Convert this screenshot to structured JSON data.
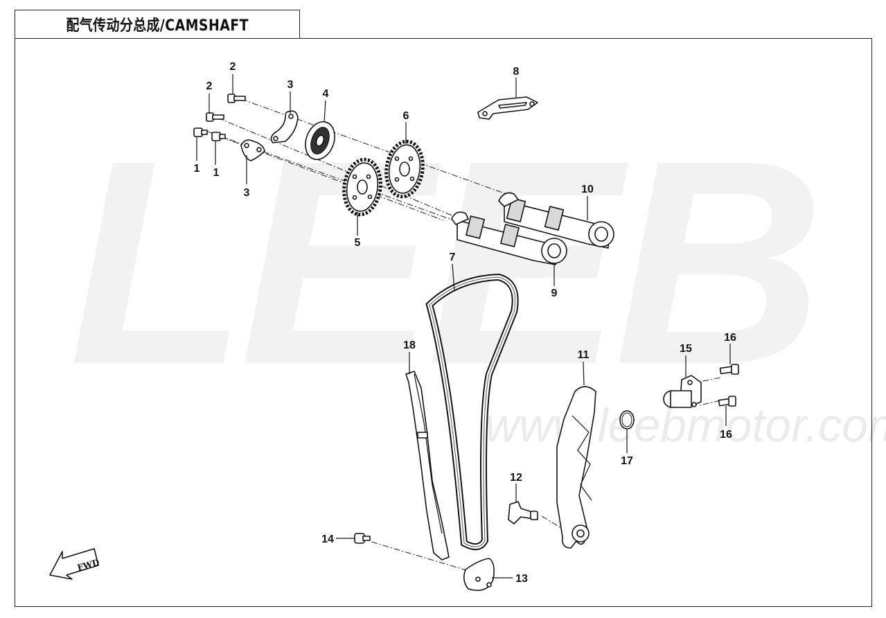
{
  "title": "配气传动分总成/CAMSHAFT",
  "watermark": {
    "logo": "LEEB",
    "url": "www.leebmotor.com"
  },
  "fwd_label": "FWD",
  "callouts": [
    {
      "id": "c1a",
      "label": "1"
    },
    {
      "id": "c1b",
      "label": "1"
    },
    {
      "id": "c2a",
      "label": "2"
    },
    {
      "id": "c2b",
      "label": "2"
    },
    {
      "id": "c3a",
      "label": "3"
    },
    {
      "id": "c3b",
      "label": "3"
    },
    {
      "id": "c4",
      "label": "4"
    },
    {
      "id": "c5",
      "label": "5"
    },
    {
      "id": "c6",
      "label": "6"
    },
    {
      "id": "c7",
      "label": "7"
    },
    {
      "id": "c8",
      "label": "8"
    },
    {
      "id": "c9",
      "label": "9"
    },
    {
      "id": "c10",
      "label": "10"
    },
    {
      "id": "c11",
      "label": "11"
    },
    {
      "id": "c12",
      "label": "12"
    },
    {
      "id": "c13",
      "label": "13"
    },
    {
      "id": "c14",
      "label": "14"
    },
    {
      "id": "c15",
      "label": "15"
    },
    {
      "id": "c16a",
      "label": "16"
    },
    {
      "id": "c16b",
      "label": "16"
    },
    {
      "id": "c17",
      "label": "17"
    },
    {
      "id": "c18",
      "label": "18"
    }
  ]
}
